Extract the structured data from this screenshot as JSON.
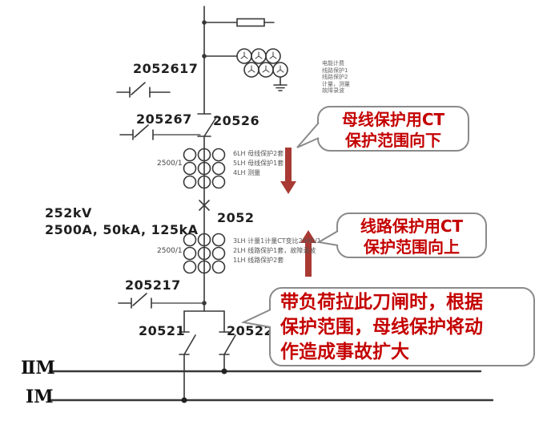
{
  "diagram": {
    "equipment_labels": {
      "es_2052617": "2052617",
      "es_205267": "205267",
      "ds_20526": "20526",
      "cb_2052": "2052",
      "es_205217": "205217",
      "ds_20521": "20521",
      "ds_20522": "20522"
    },
    "ratings": {
      "voltage": "252kV",
      "current": "2500A, 50kA, 125kA",
      "ct1_ratio": "2500/1",
      "ct2_ratio": "2500/1"
    },
    "buses": {
      "bus2": "ⅡM",
      "bus1": "ⅠM"
    },
    "pt_notes": [
      "电能计费",
      "线路保护1",
      "线路保护2",
      "计量，测量",
      "故障录波"
    ],
    "ct1_notes": [
      "6LH  母线保护2套",
      "5LH  母线保护1套",
      "4LH  测量"
    ],
    "ct2_notes": [
      "3LH  计量1计量CT变比2500/1",
      "2LH  线路保护1套，故障录波",
      "1LH  线路保护2套"
    ],
    "callouts": {
      "bus_ct": {
        "line1": "母线保护用CT",
        "line2": "保护范围向下"
      },
      "line_ct": {
        "line1": "线路保护用CT",
        "line2": "保护范围向上"
      },
      "warning": {
        "line1": "带负荷拉此刀闸时，根据",
        "line2": "保护范围，母线保护将动",
        "line3": "作造成事故扩大"
      }
    },
    "colors": {
      "line": "#383838",
      "callout_text": "#c40000",
      "callout_border": "#8a8a8a",
      "arrow": "#a83a33"
    }
  }
}
